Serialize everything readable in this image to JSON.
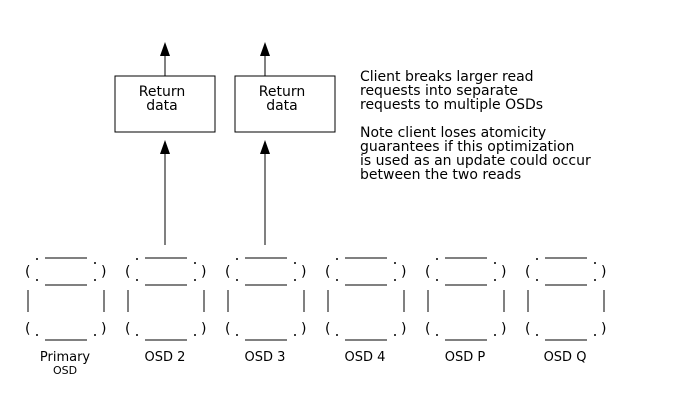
{
  "return_boxes": [
    {
      "line1": "Return",
      "line2": "data"
    },
    {
      "line1": "Return",
      "line2": "data"
    }
  ],
  "notes": [
    "Client breaks larger read",
    "requests into separate",
    "requests to multiple OSDs",
    "",
    "Note client loses atomicity",
    "guarantees if this optimization",
    "is used as an update could occur",
    "between the two reads"
  ],
  "osds": [
    {
      "label": "Primary",
      "sublabel": "OSD"
    },
    {
      "label": "OSD 2",
      "sublabel": ""
    },
    {
      "label": "OSD 3",
      "sublabel": ""
    },
    {
      "label": "OSD 4",
      "sublabel": ""
    },
    {
      "label": "OSD P",
      "sublabel": ""
    },
    {
      "label": "OSD Q",
      "sublabel": ""
    }
  ]
}
